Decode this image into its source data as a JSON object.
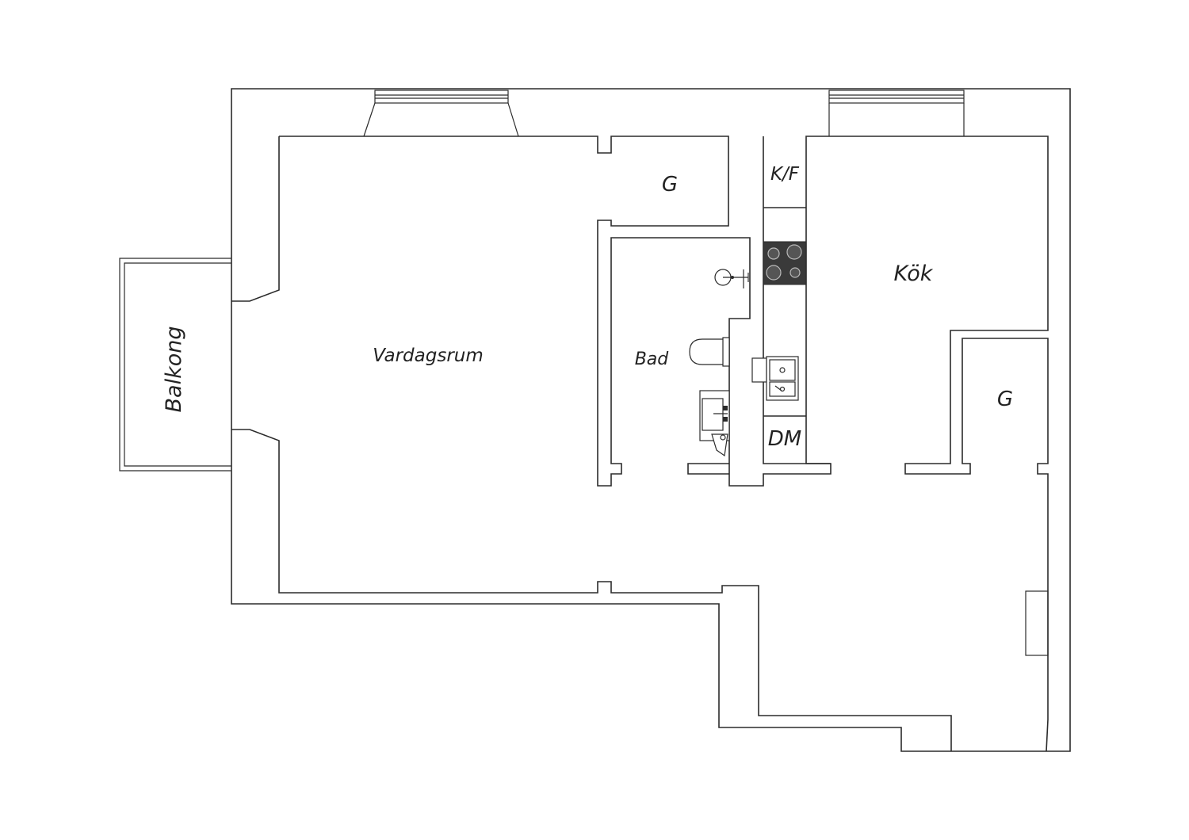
{
  "rooms": {
    "vardagsrum": "Vardagsrum",
    "balkong": "Balkong",
    "bad": "Bad",
    "kok": "Kök",
    "garderob_1": "G",
    "garderob_2": "G",
    "kyl_frys": "K/F",
    "diskmaskin": "DM"
  },
  "colors": {
    "wall": "#2b2b2b",
    "stove": "#3a3a3a",
    "background": "#ffffff"
  }
}
